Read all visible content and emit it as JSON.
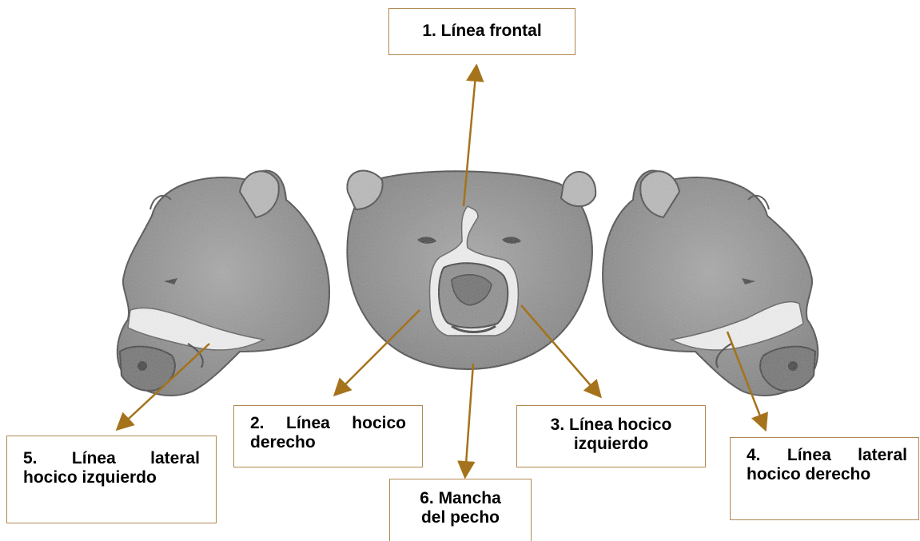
{
  "labels": {
    "frontal": "1. Línea frontal",
    "snout_right": [
      "2. Línea hocico",
      "derecho"
    ],
    "snout_left": [
      "3. Línea hocico",
      "izquierdo"
    ],
    "lateral_right": [
      "4. Línea lateral",
      "hocico derecho"
    ],
    "lateral_left": [
      "5. Línea lateral",
      "hocico izquierdo"
    ],
    "chest": [
      "6. Mancha",
      "del pecho"
    ]
  },
  "colors": {
    "arrow": "#a5731c",
    "box_border": "#b08850",
    "fur": "#9a9a9a",
    "outline": "#3a3a3a",
    "marking": "#f2f2f2"
  }
}
